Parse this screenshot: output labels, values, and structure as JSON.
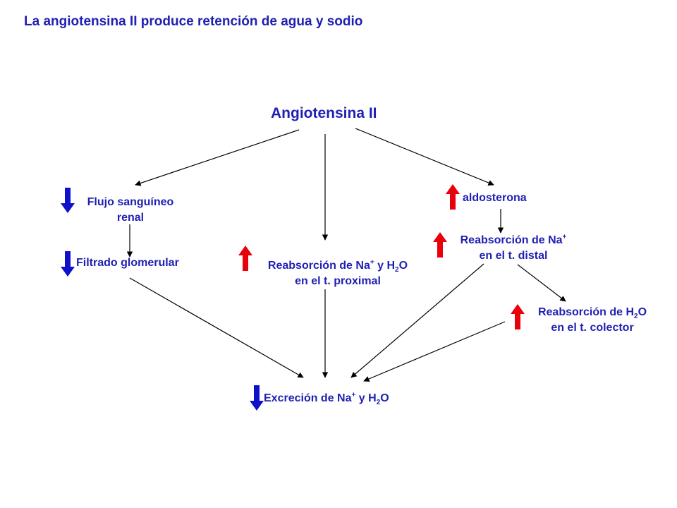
{
  "header": {
    "title": "La angiotensina II produce retención de agua y sodio"
  },
  "colors": {
    "title": "#1F1FB3",
    "node_text": "#1F1FB3",
    "increase": "#E8000B",
    "decrease": "#1010CC",
    "connector": "#000000"
  },
  "nodes": {
    "angiotensina": {
      "text": "Angiotensina II"
    },
    "flujo": {
      "line1": "Flujo sanguíneo",
      "line2": "renal",
      "indicator": "decrease"
    },
    "filtrado": {
      "text": "Filtrado glomerular",
      "indicator": "decrease"
    },
    "proximal": {
      "pre": "Reabsorción de Na",
      "sup": "+",
      "mid": " y H",
      "sub": "2",
      "post": "O",
      "line2": "en el t. proximal",
      "indicator": "increase"
    },
    "aldosterona": {
      "text": "aldosterona",
      "indicator": "increase"
    },
    "distal": {
      "pre": "Reabsorción de Na",
      "sup": "+",
      "line2": "en el t. distal",
      "indicator": "increase"
    },
    "colector": {
      "pre": "Reabsorción de H",
      "sub": "2",
      "post": "O",
      "line2": "en el t. colector",
      "indicator": "increase"
    },
    "excrecion": {
      "pre": "Excreción de Na",
      "sup": "+",
      "mid": " y H",
      "sub": "2",
      "post": "O",
      "indicator": "decrease"
    }
  },
  "icons": {
    "increase": "red-up-arrow-icon",
    "decrease": "blue-down-arrow-icon"
  },
  "edges": [
    {
      "from": "angiotensina",
      "to": "flujo"
    },
    {
      "from": "angiotensina",
      "to": "proximal"
    },
    {
      "from": "angiotensina",
      "to": "aldosterona"
    },
    {
      "from": "flujo",
      "to": "filtrado"
    },
    {
      "from": "aldosterona",
      "to": "distal"
    },
    {
      "from": "distal",
      "to": "colector"
    },
    {
      "from": "filtrado",
      "to": "excrecion"
    },
    {
      "from": "proximal",
      "to": "excrecion"
    },
    {
      "from": "distal",
      "to": "excrecion"
    },
    {
      "from": "colector",
      "to": "excrecion"
    }
  ]
}
